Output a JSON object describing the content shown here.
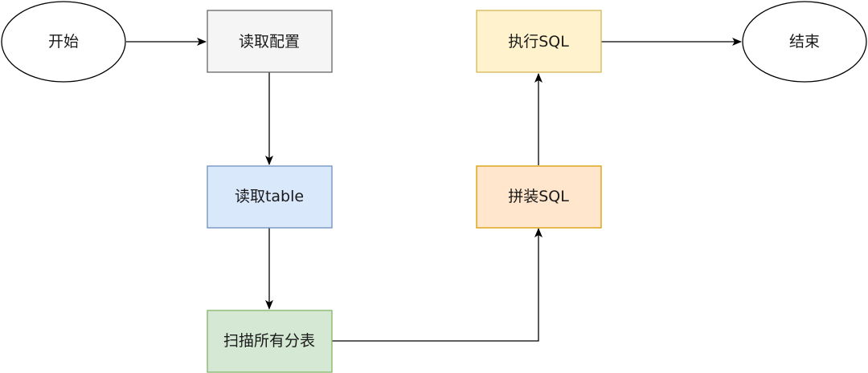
{
  "nodes": {
    "start": {
      "label": "开始",
      "shape": "ellipse",
      "fill": "#ffffff",
      "stroke": "#000000"
    },
    "read_config": {
      "label": "读取配置",
      "shape": "rect",
      "fill": "#f5f5f5",
      "stroke": "#666666"
    },
    "read_table": {
      "label": "读取table",
      "shape": "rect",
      "fill": "#dae8fc",
      "stroke": "#6c8ebf"
    },
    "scan_shards": {
      "label": "扫描所有分表",
      "shape": "rect",
      "fill": "#d5e8d4",
      "stroke": "#82b366"
    },
    "build_sql": {
      "label": "拼装SQL",
      "shape": "rect",
      "fill": "#ffe6cc",
      "stroke": "#d79b00"
    },
    "exec_sql": {
      "label": "执行SQL",
      "shape": "rect",
      "fill": "#fff2cc",
      "stroke": "#d6b656"
    },
    "end": {
      "label": "结束",
      "shape": "ellipse",
      "fill": "#ffffff",
      "stroke": "#000000"
    }
  },
  "edges": [
    {
      "from": "start",
      "to": "read_config"
    },
    {
      "from": "read_config",
      "to": "read_table"
    },
    {
      "from": "read_table",
      "to": "scan_shards"
    },
    {
      "from": "scan_shards",
      "to": "build_sql"
    },
    {
      "from": "build_sql",
      "to": "exec_sql"
    },
    {
      "from": "exec_sql",
      "to": "end"
    }
  ]
}
